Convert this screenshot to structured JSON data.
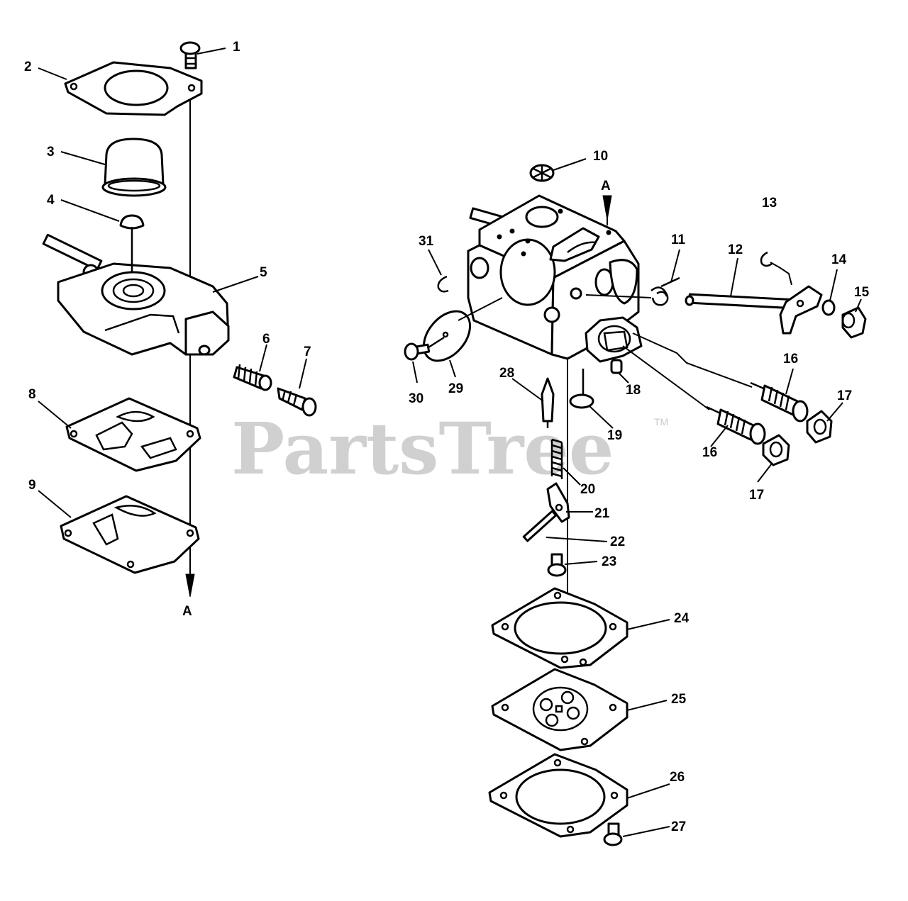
{
  "watermark": {
    "brand": "PartsTree",
    "trademark": "TM"
  },
  "axis_label": "A",
  "callouts": [
    "1",
    "2",
    "3",
    "4",
    "5",
    "6",
    "7",
    "8",
    "9",
    "10",
    "11",
    "12",
    "13",
    "14",
    "15",
    "16",
    "16",
    "17",
    "17",
    "18",
    "19",
    "20",
    "21",
    "22",
    "23",
    "24",
    "25",
    "26",
    "27",
    "28",
    "29",
    "30",
    "31"
  ]
}
